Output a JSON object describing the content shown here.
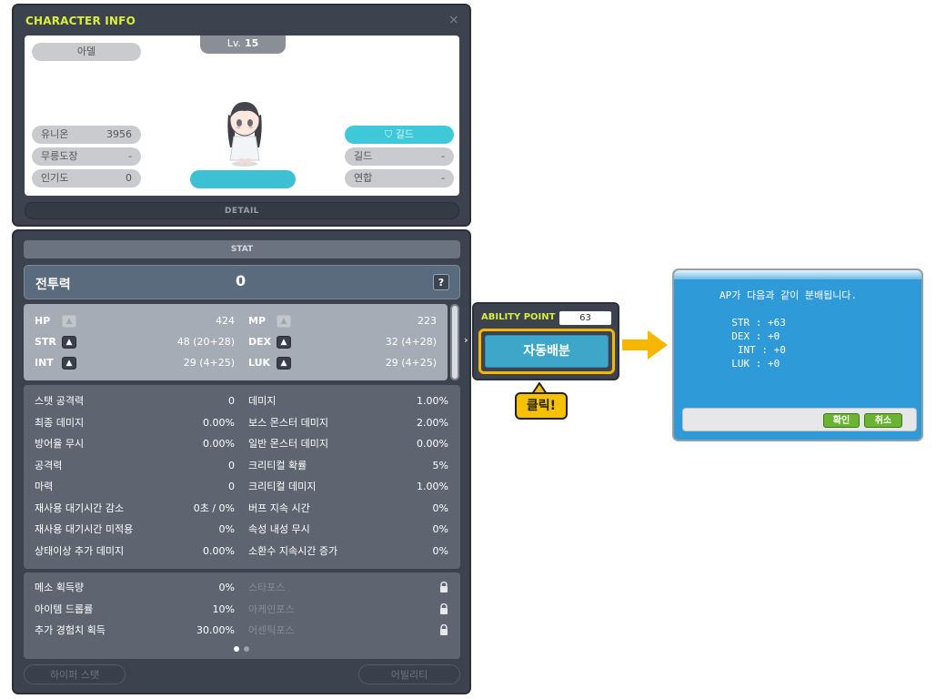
{
  "character_info": {
    "title": "CHARACTER INFO",
    "close_glyph": "×",
    "name": "아델",
    "level_label": "Lv.",
    "level": "15",
    "left_stats": [
      {
        "label": "유니온",
        "value": "3956"
      },
      {
        "label": "무릉도장",
        "value": "-"
      },
      {
        "label": "인기도",
        "value": "0"
      }
    ],
    "guild_button": "길드",
    "right_stats": [
      {
        "label": "길드",
        "value": "-"
      },
      {
        "label": "연합",
        "value": "-"
      }
    ],
    "detail_label": "DETAIL"
  },
  "stat": {
    "tab_label": "STAT",
    "combat_power_label": "전투력",
    "combat_power_value": "0",
    "help_glyph": "?",
    "base": [
      {
        "name": "HP",
        "value": "424",
        "button": "off"
      },
      {
        "name": "MP",
        "value": "223",
        "button": "off"
      },
      {
        "name": "STR",
        "value": "48 (20+28)",
        "button": "on"
      },
      {
        "name": "DEX",
        "value": "32 (4+28)",
        "button": "on"
      },
      {
        "name": "INT",
        "value": "29 (4+25)",
        "button": "on"
      },
      {
        "name": "LUK",
        "value": "29 (4+25)",
        "button": "on"
      }
    ],
    "advanced": [
      {
        "name": "스탯 공격력",
        "value": "0"
      },
      {
        "name": "데미지",
        "value": "1.00%"
      },
      {
        "name": "최종 데미지",
        "value": "0.00%"
      },
      {
        "name": "보스 몬스터 데미지",
        "value": "2.00%"
      },
      {
        "name": "방어율 무시",
        "value": "0.00%"
      },
      {
        "name": "일반 몬스터 데미지",
        "value": "0.00%"
      },
      {
        "name": "공격력",
        "value": "0"
      },
      {
        "name": "크리티컬 확률",
        "value": "5%"
      },
      {
        "name": "마력",
        "value": "0"
      },
      {
        "name": "크리티컬 데미지",
        "value": "1.00%"
      },
      {
        "name": "재사용 대기시간 감소",
        "value": "0초 / 0%"
      },
      {
        "name": "버프 지속 시간",
        "value": "0%"
      },
      {
        "name": "재사용 대기시간 미적용",
        "value": "0%"
      },
      {
        "name": "속성 내성 무시",
        "value": "0%"
      },
      {
        "name": "상태이상 추가 데미지",
        "value": "0.00%"
      },
      {
        "name": "소환수 지속시간 증가",
        "value": "0%"
      }
    ],
    "misc_left": [
      {
        "name": "메소 획득량",
        "value": "0%"
      },
      {
        "name": "아이템 드롭률",
        "value": "10%"
      },
      {
        "name": "추가 경험치 획득",
        "value": "30.00%"
      }
    ],
    "misc_right_locked": [
      {
        "name": "스타포스"
      },
      {
        "name": "아케인포스"
      },
      {
        "name": "어센틱포스"
      }
    ],
    "hyper_stat_button": "하이퍼 스탯",
    "ability_button": "어빌리티"
  },
  "ability_point": {
    "label": "ABILITY POINT",
    "value": "63",
    "auto_assign_button": "자동배분"
  },
  "callout": {
    "text": "클릭!"
  },
  "dialog": {
    "message": "AP가 다음과 같이 분배됩니다.",
    "lines": [
      "STR : +63",
      "DEX : +0",
      " INT : +0",
      "LUK : +0"
    ],
    "ok_button": "확인",
    "cancel_button": "취소"
  },
  "colors": {
    "title_yellow": "#d8ee3a",
    "accent_cyan": "#3ec8d8",
    "highlight": "#f5b700",
    "dialog_blue": "#2f9ad8"
  }
}
